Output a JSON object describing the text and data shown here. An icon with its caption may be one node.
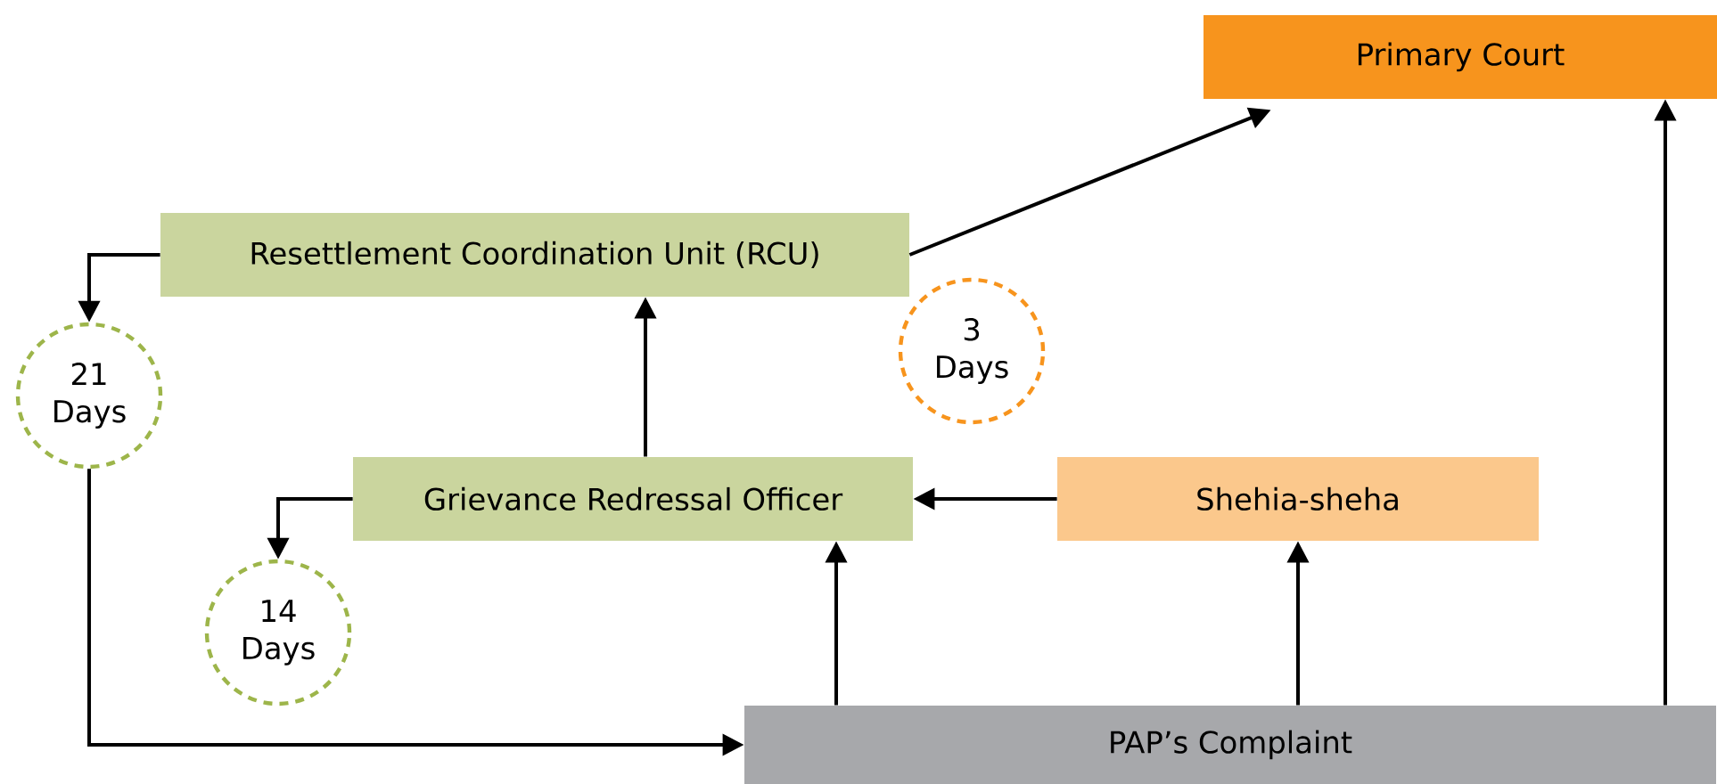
{
  "diagram": {
    "nodes": [
      {
        "text": [
          "Primary Court"
        ]
      },
      {
        "text": [
          "Resettlement Coordination Unit (RCU)"
        ]
      },
      {
        "text": [
          "3 Days"
        ]
      },
      {
        "text": [
          "21 Days"
        ]
      },
      {
        "text": [
          "Grievance Redressal Officer"
        ]
      },
      {
        "text": [
          "Shehia-sheha"
        ]
      },
      {
        "text": [
          "14 Days"
        ]
      },
      {
        "text": [
          "PAP’s Complaint"
        ]
      }
    ],
    "edges": [
      {
        "from": 1,
        "to": 0,
        "arrow": "to"
      },
      {
        "from": 1,
        "to": 3,
        "arrow": "to"
      },
      {
        "from": 3,
        "to": 7,
        "arrow": "to"
      },
      {
        "from": 4,
        "to": 1,
        "arrow": "to"
      },
      {
        "from": 4,
        "to": 6,
        "arrow": "to"
      },
      {
        "from": 5,
        "to": 4,
        "arrow": "to"
      },
      {
        "from": 7,
        "to": 4,
        "arrow": "to"
      },
      {
        "from": 7,
        "to": 5,
        "arrow": "to"
      },
      {
        "from": 7,
        "to": 0,
        "arrow": "to"
      }
    ]
  }
}
